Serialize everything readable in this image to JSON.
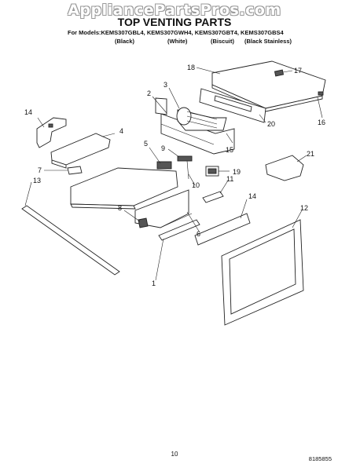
{
  "watermark": "AppliancePartsPros.com",
  "title": "TOP VENTING PARTS",
  "models": "For Models:KEMS307GBL4, KEMS307GWH4, KEMS307GBT4, KEMS307GBS4",
  "model_colors": [
    "(Black)",
    "(White)",
    "(Biscuit)",
    "(Black Stainless)"
  ],
  "callouts": [
    "1",
    "2",
    "3",
    "4",
    "5",
    "6",
    "7",
    "8",
    "9",
    "10",
    "11",
    "12",
    "13",
    "14",
    "14",
    "15",
    "16",
    "17",
    "18",
    "19",
    "20",
    "21"
  ],
  "page_number": "10",
  "doc_number": "8185855"
}
